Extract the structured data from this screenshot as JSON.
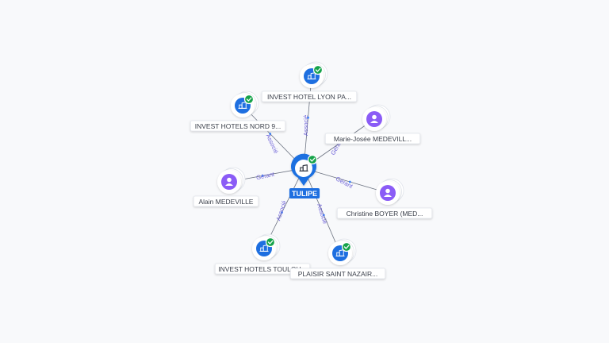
{
  "center": {
    "label": "TULIPE",
    "type": "company",
    "verified": true
  },
  "nodes": [
    {
      "id": "lyon",
      "label": "INVEST HOTEL LYON PA...",
      "type": "company",
      "verified": true,
      "edge": "Associé"
    },
    {
      "id": "nord",
      "label": "INVEST HOTELS NORD 9...",
      "type": "company",
      "verified": true,
      "edge": "Associé"
    },
    {
      "id": "marie",
      "label": "Marie-Josée MEDEVILL...",
      "type": "person",
      "verified": false,
      "edge": "Gérant"
    },
    {
      "id": "alain",
      "label": "Alain MEDEVILLE",
      "type": "person",
      "verified": false,
      "edge": "Gérant"
    },
    {
      "id": "christine",
      "label": "Christine BOYER (MED...",
      "type": "person",
      "verified": false,
      "edge": "Gérant"
    },
    {
      "id": "toulouse",
      "label": "INVEST HOTELS TOULOU...",
      "type": "company",
      "verified": true,
      "edge": "Associé"
    },
    {
      "id": "nazaire",
      "label": "PLAISIR SAINT NAZAIR...",
      "type": "company",
      "verified": true,
      "edge": "Associé"
    }
  ],
  "colors": {
    "company": "#1e6fe0",
    "person": "#8b5cf6",
    "verified": "#16a34a",
    "edge_label": "#6f63d8"
  }
}
